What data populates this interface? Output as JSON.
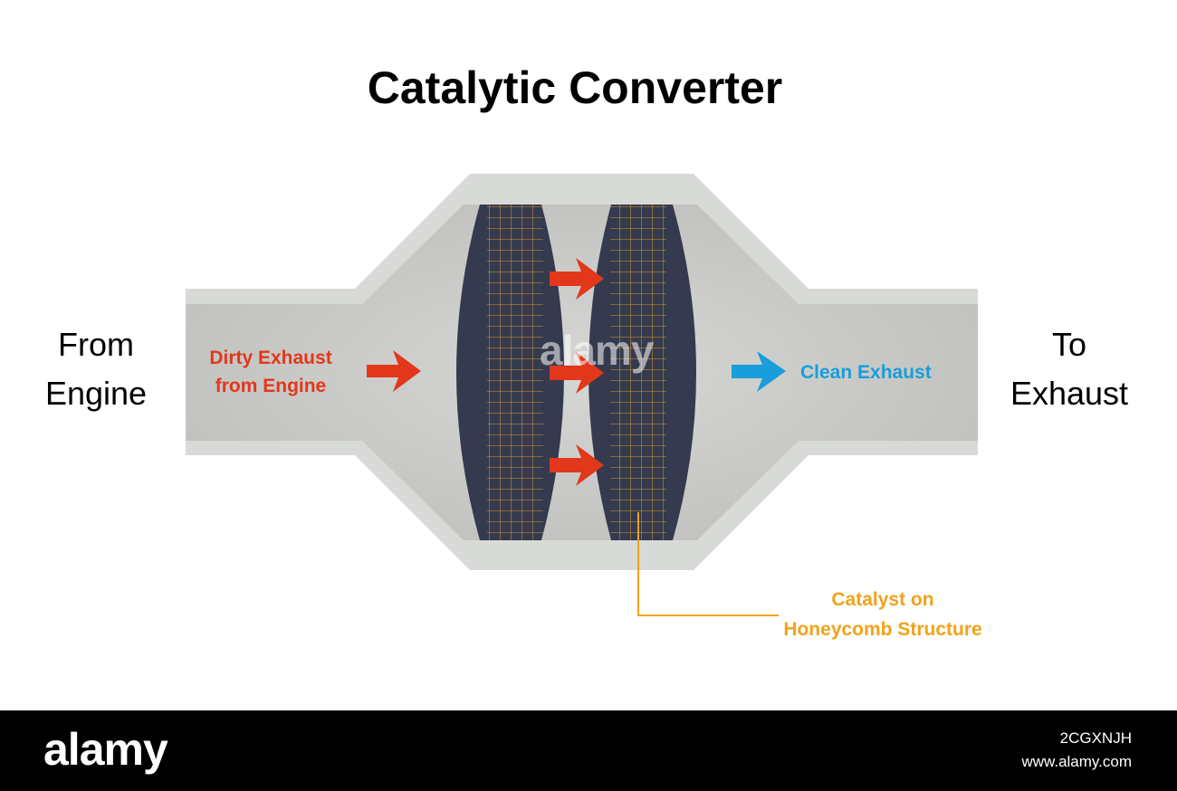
{
  "title": "Catalytic Converter",
  "from_label": [
    "From",
    "Engine"
  ],
  "to_label": [
    "To",
    "Exhaust"
  ],
  "dirty_label": [
    "Dirty Exhaust",
    "from Engine"
  ],
  "clean_label": "Clean Exhaust",
  "catalyst_label": [
    "Catalyst on",
    "Honeycomb Structure"
  ],
  "watermark": "alamy",
  "footer": {
    "logo": "alamy",
    "image_id": "2CGXNJH",
    "site": "www.alamy.com"
  },
  "colors": {
    "dirty_arrow": "#e2371b",
    "clean_arrow": "#1a9ddb",
    "catalyst": "#f2a219",
    "monolith": "#353a4e",
    "shell": "#d4d6d3",
    "interior": "#c8c9c6"
  },
  "icons": [
    "red-arrow-icon",
    "blue-arrow-icon"
  ]
}
